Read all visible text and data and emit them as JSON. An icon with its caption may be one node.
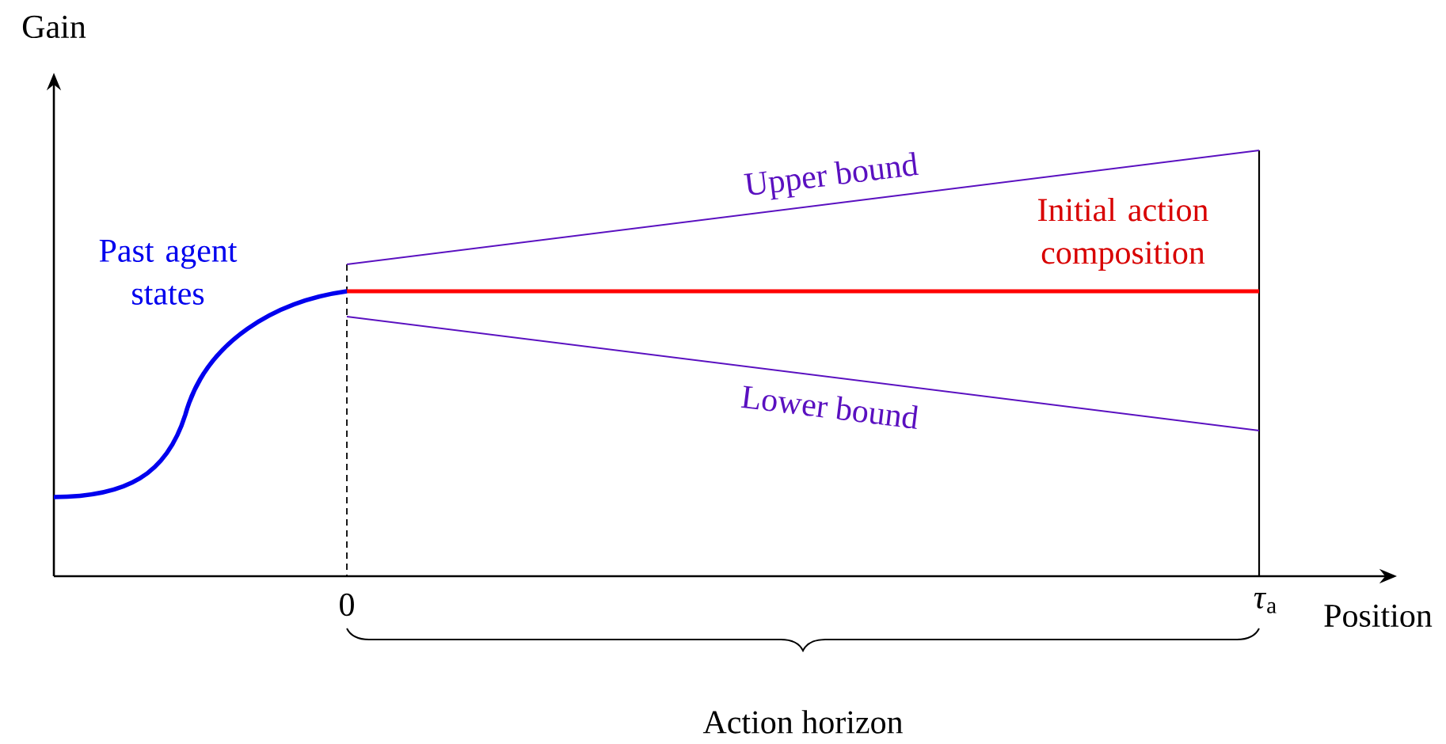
{
  "diagram": {
    "labels": [
      "Gain",
      "Past agent states",
      "Upper bound",
      "Initial action composition",
      "Lower bound",
      "0",
      "*τ*$_{a}$",
      "Position",
      "Action horizon"
    ]
  }
}
